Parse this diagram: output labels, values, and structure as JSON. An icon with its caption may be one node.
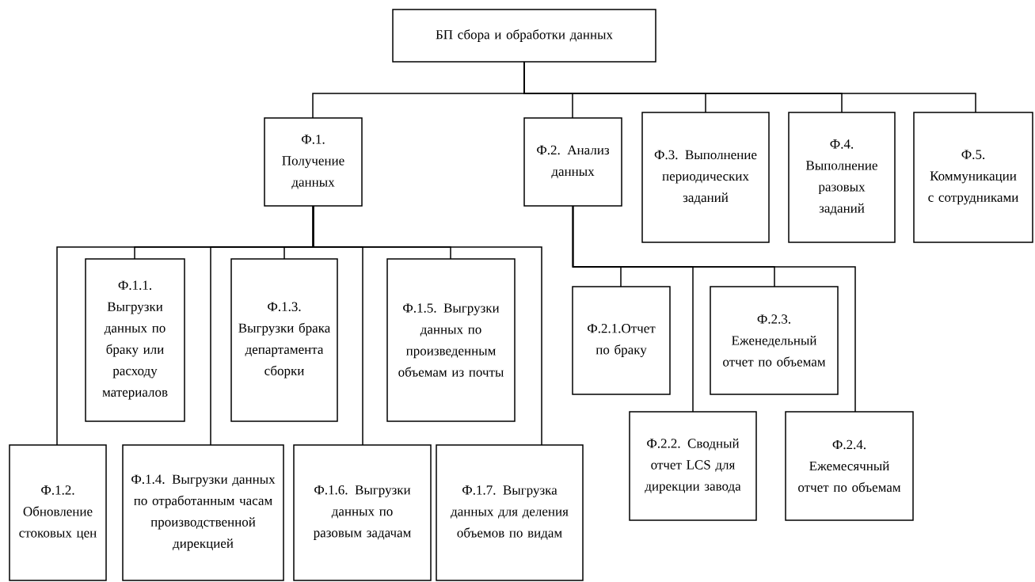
{
  "diagram": {
    "nodes": [
      {
        "text": [
          "БП сбора и обработки данных"
        ]
      },
      {
        "text": [
          "Ф.1. Получение данных"
        ]
      },
      {
        "text": [
          "Ф.2. Анализ данных"
        ]
      },
      {
        "text": [
          "Ф.3. Выполнение периодических заданий"
        ]
      },
      {
        "text": [
          "Ф.4. Выполнение разовых заданий"
        ]
      },
      {
        "text": [
          "Ф.5. Коммуникации с сотрудниками"
        ]
      },
      {
        "text": [
          "Ф.1.1. Выгрузки данных по браку или расходу материалов"
        ]
      },
      {
        "text": [
          "Ф.1.2. Обновление стоковых цен"
        ]
      },
      {
        "text": [
          "Ф.1.3. Выгрузки брака департамента сборки"
        ]
      },
      {
        "text": [
          "Ф.1.4. Выгрузки данных по отработанным часам производственной дирекцией"
        ]
      },
      {
        "text": [
          "Ф.1.5. Выгрузки данных по произведенным объемам из почты"
        ]
      },
      {
        "text": [
          "Ф.1.6. Выгрузки данных по разовым задачам"
        ]
      },
      {
        "text": [
          "Ф.1.7. Выгрузка данных для деления объемов по видам"
        ]
      },
      {
        "text": [
          "Ф.2.1.Отчет по браку"
        ]
      },
      {
        "text": [
          "Ф.2.2. Сводный отчет LCS для дирекции завода"
        ]
      },
      {
        "text": [
          "Ф.2.3. Еженедельный отчет по объемам"
        ]
      },
      {
        "text": [
          "Ф.2.4. Ежемесячный отчет по объемам"
        ]
      }
    ],
    "edges": [
      {
        "from": 0,
        "to": 1,
        "arrow": "none"
      },
      {
        "from": 0,
        "to": 2,
        "arrow": "none"
      },
      {
        "from": 0,
        "to": 3,
        "arrow": "none"
      },
      {
        "from": 0,
        "to": 4,
        "arrow": "none"
      },
      {
        "from": 0,
        "to": 5,
        "arrow": "none"
      },
      {
        "from": 1,
        "to": 7,
        "arrow": "none"
      },
      {
        "from": 1,
        "to": 6,
        "arrow": "none"
      },
      {
        "from": 1,
        "to": 9,
        "arrow": "none"
      },
      {
        "from": 1,
        "to": 8,
        "arrow": "none"
      },
      {
        "from": 1,
        "to": 11,
        "arrow": "none"
      },
      {
        "from": 1,
        "to": 10,
        "arrow": "none"
      },
      {
        "from": 1,
        "to": 12,
        "arrow": "none"
      },
      {
        "from": 2,
        "to": 13,
        "arrow": "none"
      },
      {
        "from": 2,
        "to": 14,
        "arrow": "none"
      },
      {
        "from": 2,
        "to": 15,
        "arrow": "none"
      },
      {
        "from": 2,
        "to": 16,
        "arrow": "none"
      }
    ]
  }
}
